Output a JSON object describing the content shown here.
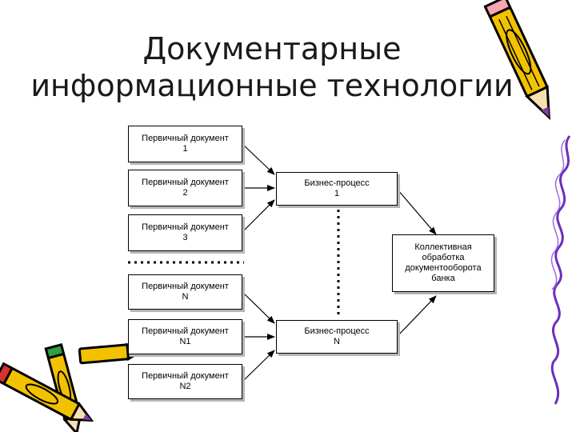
{
  "title": {
    "line1": "Документарные",
    "line2": "информационные технологии"
  },
  "documents": [
    {
      "label": "Первичный документ",
      "num": "1"
    },
    {
      "label": "Первичный документ",
      "num": "2"
    },
    {
      "label": "Первичный документ",
      "num": "3"
    },
    {
      "label": "Первичный документ",
      "num": "N"
    },
    {
      "label": "Первичный документ",
      "num": "N1"
    },
    {
      "label": "Первичный документ",
      "num": "N2"
    }
  ],
  "processes": [
    {
      "label": "Бизнес-процесс",
      "num": "1"
    },
    {
      "label": "Бизнес-процесс",
      "num": "N"
    }
  ],
  "result": {
    "line1": "Коллективная",
    "line2": "обработка",
    "line3": "документооборота",
    "line4": "банка"
  },
  "colors": {
    "pencil_body": "#f2c200",
    "pencil_outline": "#000000",
    "pencil_tip": "#7a3fa0",
    "pencil_eraser": "#d93030",
    "pencil_green": "#2ea040",
    "squiggle": "#6a2fc0"
  },
  "icons": [
    "pencil-icon",
    "crossed-pencils-icon",
    "squiggle-decoration"
  ]
}
